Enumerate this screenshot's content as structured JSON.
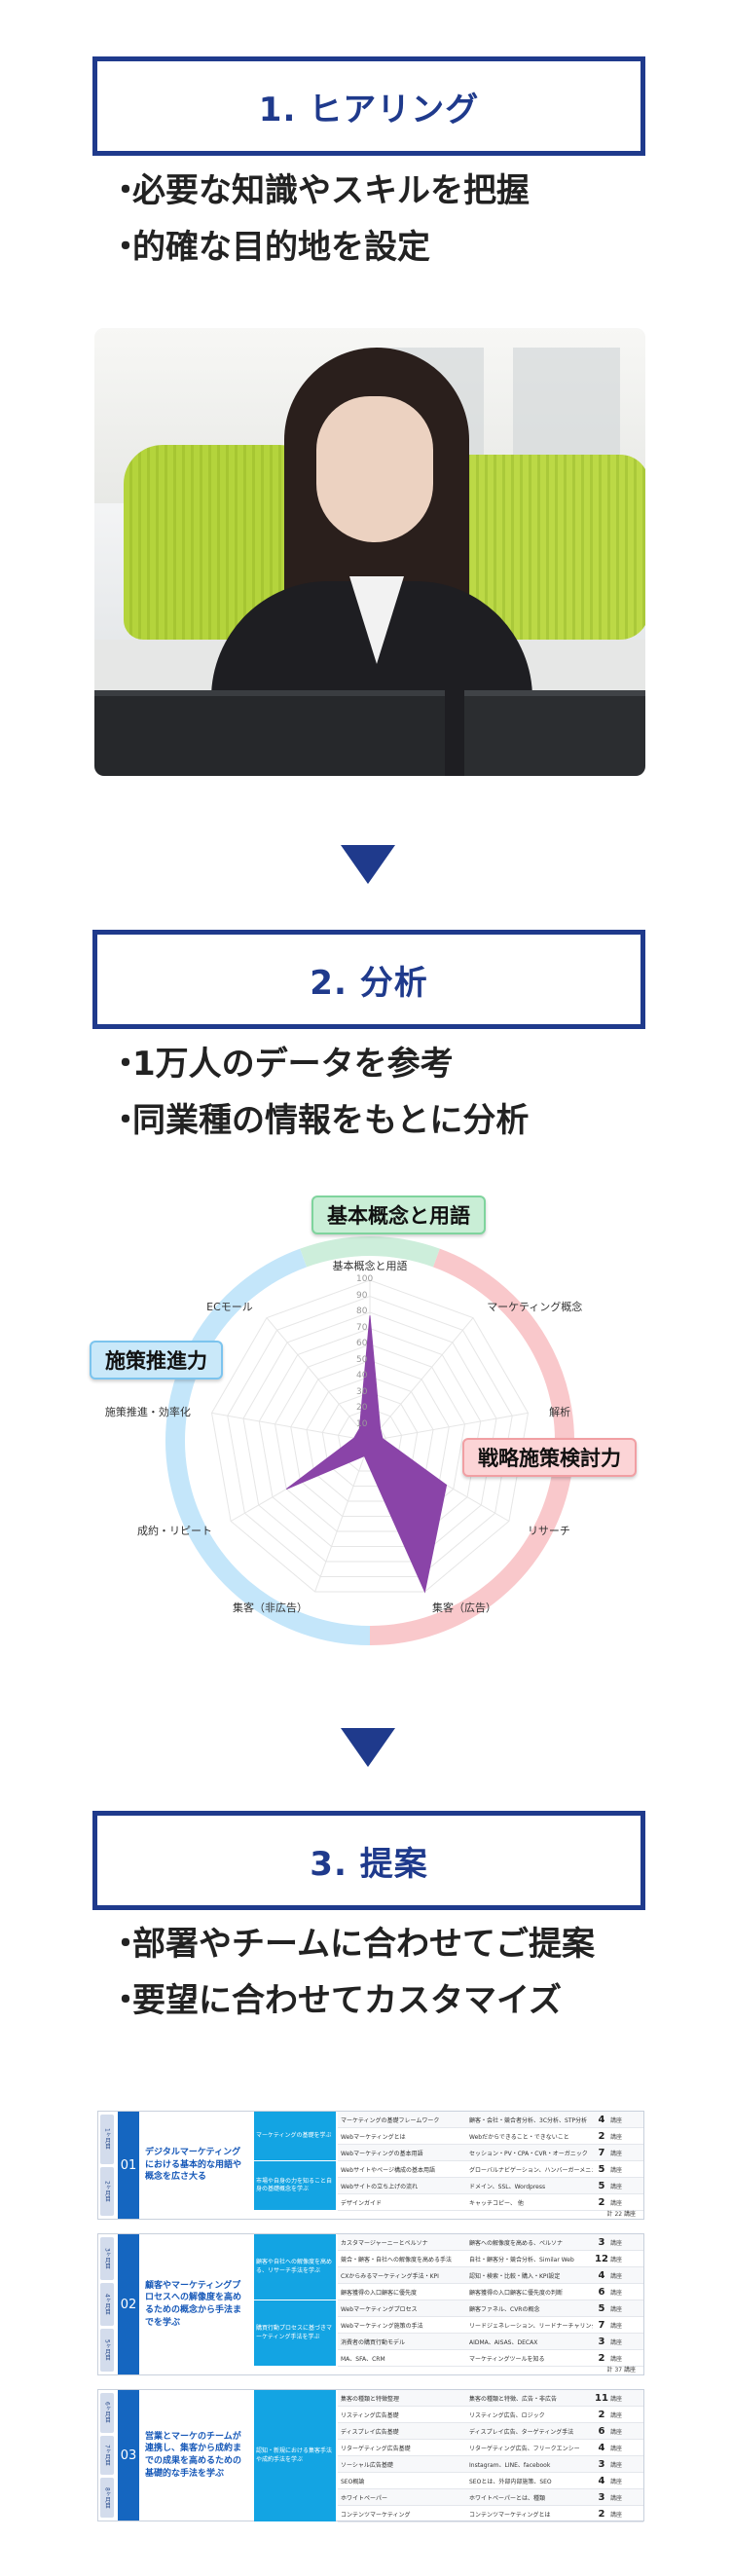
{
  "step1": {
    "title": "1. ヒアリング",
    "bullets": [
      "必要な知識やスキルを把握",
      "的確な目的地を設定"
    ]
  },
  "step2": {
    "title": "2. 分析",
    "bullets": [
      "1万人のデータを参考",
      "同業種の情報をもとに分析"
    ]
  },
  "step3": {
    "title": "3. 提案",
    "bullets": [
      "部署やチームに合わせてご提案",
      "要望に合わせてカスタマイズ"
    ]
  },
  "bullet_mark": "・",
  "radar": {
    "tags": {
      "green": "基本概念と用語",
      "pink": "戦略施策検討力",
      "blue": "施策推進力"
    },
    "axes": [
      "基本概念と用語",
      "マーケティング概念",
      "解析",
      "リサーチ",
      "集客（広告）",
      "集客（非広告）",
      "成約・リピート",
      "施策推進・効率化",
      "ECモール"
    ],
    "ticks": [
      "10",
      "20",
      "30",
      "40",
      "50",
      "60",
      "70",
      "80",
      "90",
      "100"
    ],
    "values": [
      78,
      10,
      8,
      55,
      100,
      10,
      60,
      10,
      10
    ],
    "fill_color": "#8a44a8",
    "ring_colors": {
      "green": "#cdeedb",
      "pink": "#f9c8cb",
      "blue": "#c4e6fa"
    }
  },
  "curriculum": {
    "colors": {
      "number_bg": "#1566c0",
      "category_bg": "#13a4e3",
      "goal_text": "#1658b8"
    },
    "blocks": [
      {
        "months": [
          "1ヶ月目",
          "2ヶ月目"
        ],
        "number": "01",
        "goal": "デジタルマーケティングにおける基本的な用語や概念を広さ大る",
        "categories": [
          "マーケティングの基礎を学ぶ",
          "市場や自身の力を知ること自身の基礎概念を学ぶ"
        ],
        "rows": [
          {
            "topic": "マーケティングの基礎フレームワーク",
            "detail": "顧客・会社・競合者分析、3C分析、STP分析",
            "num": "4",
            "unit": "講座"
          },
          {
            "topic": "Webマーケティングとは",
            "detail": "Webだからできること・できないこと",
            "num": "2",
            "unit": "講座"
          },
          {
            "topic": "Webマーケティングの基本用語",
            "detail": "セッション・PV・CPA・CVR・オーガニック",
            "num": "7",
            "unit": "講座"
          },
          {
            "topic": "Webサイトやページ構成の基本用語",
            "detail": "グローバルナビゲーション、ハンバーガーメニュー",
            "num": "5",
            "unit": "講座"
          },
          {
            "topic": "Webサイトの立ち上げの流れ",
            "detail": "ドメイン、SSL、Wordpress",
            "num": "5",
            "unit": "講座"
          },
          {
            "topic": "デザインガイド",
            "detail": "キャッチコピー、 他",
            "num": "2",
            "unit": "講座"
          }
        ],
        "footer": "計 22 講座"
      },
      {
        "months": [
          "3ヶ月目",
          "4ヶ月目",
          "5ヶ月目"
        ],
        "number": "02",
        "goal": "顧客やマーケティングプロセスへの解像度を高めるための概念から手法までを学ぶ",
        "categories": [
          "顧客や自社への解像度を高める、リサーチ手法を学ぶ",
          "購買行動プロセスに基づきマーケティング手法を学ぶ"
        ],
        "rows": [
          {
            "topic": "カスタマージャーニーとペルソナ",
            "detail": "顧客への解像度を高める、ペルソナ",
            "num": "3",
            "unit": "講座"
          },
          {
            "topic": "競合・顧客・自社への解像度を高める手法",
            "detail": "自社・顧客分・競合分析、Similar Web",
            "num": "12",
            "unit": "講座"
          },
          {
            "topic": "CXからみるマーケティング手法・KPI",
            "detail": "認知・検索・比較・購入・KPI設定",
            "num": "4",
            "unit": "講座"
          },
          {
            "topic": "顧客獲得の入口顧客に優先度",
            "detail": "顧客獲得の入口顧客に優先度の判断",
            "num": "6",
            "unit": "講座"
          },
          {
            "topic": "Webマーケティングプロセス",
            "detail": "顧客ファネル、CVRの概念",
            "num": "5",
            "unit": "講座"
          },
          {
            "topic": "Webマーケティング施策の手法",
            "detail": "リードジェネレーション、リードナーチャリング",
            "num": "7",
            "unit": "講座"
          },
          {
            "topic": "消費者の購買行動モデル",
            "detail": "AIDMA、AISAS、DECAX",
            "num": "3",
            "unit": "講座"
          },
          {
            "topic": "MA、SFA、CRM",
            "detail": "マーケティングツールを知る",
            "num": "2",
            "unit": "講座"
          }
        ],
        "footer": "計 37 講座"
      },
      {
        "months": [
          "6ヶ月目",
          "7ヶ月目",
          "8ヶ月目"
        ],
        "number": "03",
        "goal": "営業とマーケのチームが連携し、集客から成約までの成果を高めるための基礎的な手法を学ぶ",
        "categories": [
          "認知・新規における集客手法や成約手法を学ぶ"
        ],
        "rows": [
          {
            "topic": "集客の種類と特徴整理",
            "detail": "集客の種類と特徴、広告・非広告",
            "num": "11",
            "unit": "講座"
          },
          {
            "topic": "リスティング広告基礎",
            "detail": "リスティング広告、ロジック",
            "num": "2",
            "unit": "講座"
          },
          {
            "topic": "ディスプレイ広告基礎",
            "detail": "ディスプレイ広告、ターゲティング手法",
            "num": "6",
            "unit": "講座"
          },
          {
            "topic": "リターゲティング広告基礎",
            "detail": "リターゲティング広告、フリークエンシー",
            "num": "4",
            "unit": "講座"
          },
          {
            "topic": "ソーシャル広告基礎",
            "detail": "Instagram、LINE、facebook",
            "num": "3",
            "unit": "講座"
          },
          {
            "topic": "SEO概論",
            "detail": "SEOとは、外部内部施策、SEO",
            "num": "4",
            "unit": "講座"
          },
          {
            "topic": "ホワイトペーパー",
            "detail": "ホワイトペーパーとは、種類",
            "num": "3",
            "unit": "講座"
          },
          {
            "topic": "コンテンツマーケティング",
            "detail": "コンテンツマーケティングとは",
            "num": "2",
            "unit": "講座"
          }
        ],
        "footer": ""
      }
    ]
  }
}
